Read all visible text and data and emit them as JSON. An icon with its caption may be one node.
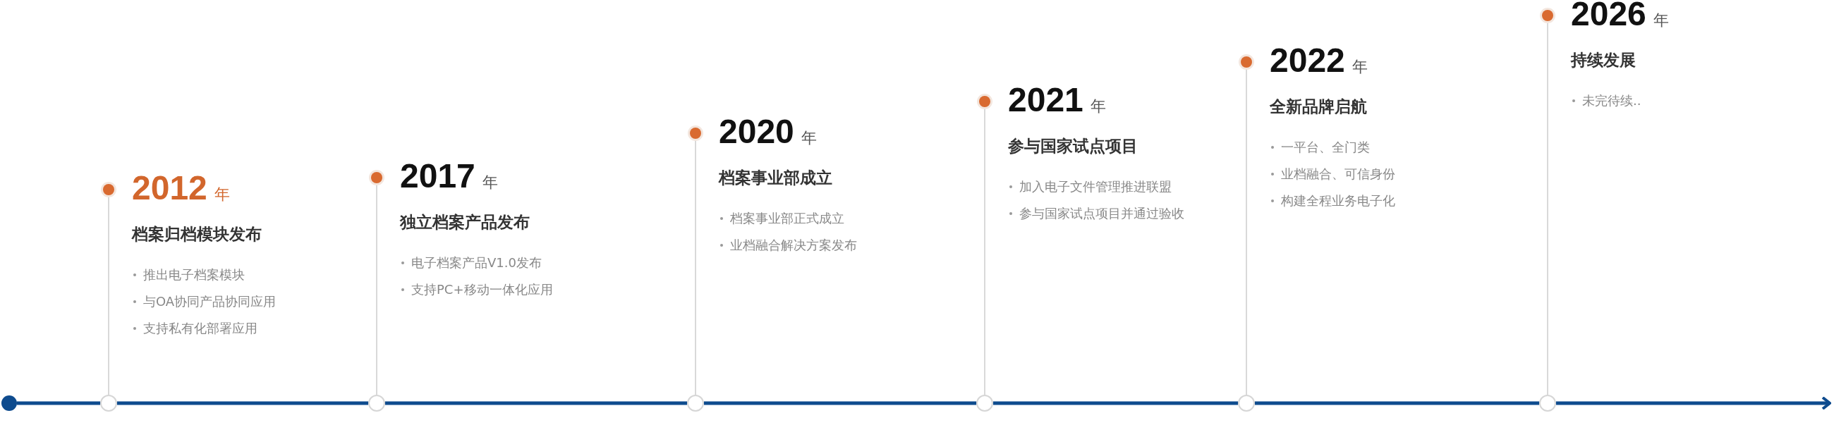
{
  "diagram": {
    "nodes": [
      {
        "text": [],
        "shape": "circle"
      },
      {
        "text": [
          "2012",
          "年",
          "档案归档模块发布",
          "推出电子档案模块",
          "与OA协同产品协同应用",
          "支持私有化部署应用"
        ]
      },
      {
        "text": [
          "2017",
          "年",
          "独立档案产品发布",
          "电子档案产品V1.0发布",
          "支持PC+移动一体化应用"
        ]
      },
      {
        "text": [
          "2020",
          "年",
          "档案事业部成立",
          "档案事业部正式成立",
          "业档融合解决方案发布"
        ]
      },
      {
        "text": [
          "2021",
          "年",
          "参与国家试点项目",
          "加入电子文件管理推进联盟",
          "参与国家试点项目并通过验收"
        ]
      },
      {
        "text": [
          "2022",
          "年",
          "全新品牌启航",
          "一平台、全门类",
          "业档融合、可信身份",
          "构建全程业务电子化"
        ]
      },
      {
        "text": [
          "2026",
          "年",
          "持续发展",
          "未完待续.."
        ]
      },
      {
        "text": [],
        "shape": "circle"
      },
      {
        "text": [],
        "shape": "circle"
      },
      {
        "text": [],
        "shape": "circle"
      },
      {
        "text": [],
        "shape": "circle"
      },
      {
        "text": [],
        "shape": "circle"
      },
      {
        "text": [],
        "shape": "circle"
      }
    ],
    "edges": [
      {
        "from": 0,
        "to": 7,
        "arrow": "none"
      },
      {
        "from": 7,
        "to": 8,
        "arrow": "none"
      },
      {
        "from": 8,
        "to": 9,
        "arrow": "none"
      },
      {
        "from": 9,
        "to": 10,
        "arrow": "none"
      },
      {
        "from": 10,
        "to": 11,
        "arrow": "none"
      },
      {
        "from": 11,
        "to": 12,
        "arrow": "none"
      },
      {
        "from": 12,
        "to": null,
        "arrow": "to"
      },
      {
        "from": 1,
        "to": 7,
        "arrow": "none",
        "color": "#d9d9d9"
      },
      {
        "from": 2,
        "to": 8,
        "arrow": "none",
        "color": "#d9d9d9"
      },
      {
        "from": 3,
        "to": 9,
        "arrow": "none",
        "color": "#d9d9d9"
      },
      {
        "from": 4,
        "to": 10,
        "arrow": "none",
        "color": "#d9d9d9"
      },
      {
        "from": 5,
        "to": 11,
        "arrow": "none",
        "color": "#d9d9d9"
      },
      {
        "from": 6,
        "to": 12,
        "arrow": "none",
        "color": "#d9d9d9"
      }
    ]
  }
}
